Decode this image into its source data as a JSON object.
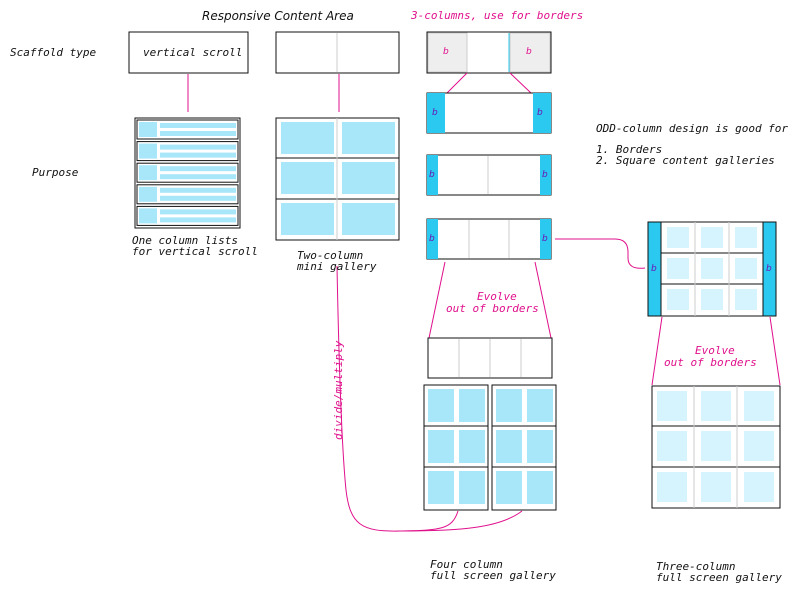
{
  "header": {
    "title": "Responsive Content Area",
    "three_col_note": "3-columns, use for borders"
  },
  "row_labels": {
    "scaffold": "Scaffold type",
    "purpose": "Purpose"
  },
  "scaffold_box": {
    "label": "vertical scroll"
  },
  "border_marker": "b",
  "odd_column_note": {
    "heading": "ODD-column design is good for",
    "items": [
      "1. Borders",
      "2. Square content galleries"
    ]
  },
  "captions": {
    "one_column": [
      "One column lists",
      "for vertical scroll"
    ],
    "two_column": [
      "Two-column",
      "mini gallery"
    ],
    "evolve": [
      "Evolve",
      "out of borders"
    ],
    "divide": "divide/multiply",
    "four_column": [
      "Four column",
      "full screen gallery"
    ],
    "three_column": [
      "Three-column",
      "full screen gallery"
    ]
  },
  "colors": {
    "accent_cyan": "#2bc8ef",
    "light_cyan": "#a8e6fa",
    "pale_cyan": "#d6f4fd",
    "magenta": "#e0108c",
    "grid_line": "#cccccc",
    "frame": "#111111"
  }
}
